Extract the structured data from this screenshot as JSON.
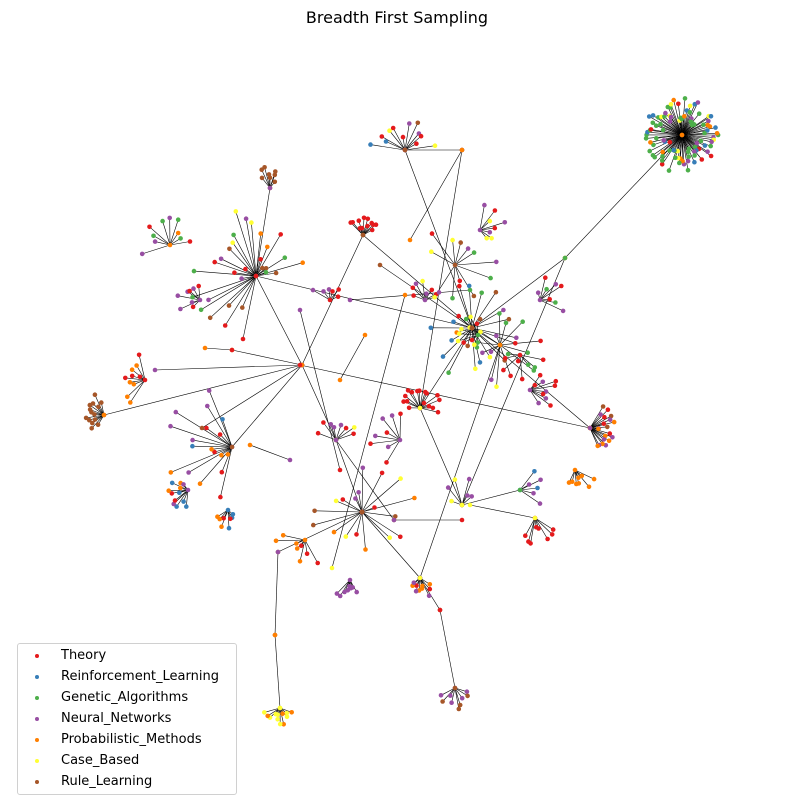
{
  "title": "Breadth First Sampling",
  "legend": [
    {
      "label": "Theory",
      "color": "#e41a1c"
    },
    {
      "label": "Reinforcement_Learning",
      "color": "#377eb8"
    },
    {
      "label": "Genetic_Algorithms",
      "color": "#4daf4a"
    },
    {
      "label": "Neural_Networks",
      "color": "#984ea3"
    },
    {
      "label": "Probabilistic_Methods",
      "color": "#ff7f00"
    },
    {
      "label": "Case_Based",
      "color": "#ffff33"
    },
    {
      "label": "Rule_Learning",
      "color": "#a65628"
    }
  ],
  "edge_color": "#000000"
}
